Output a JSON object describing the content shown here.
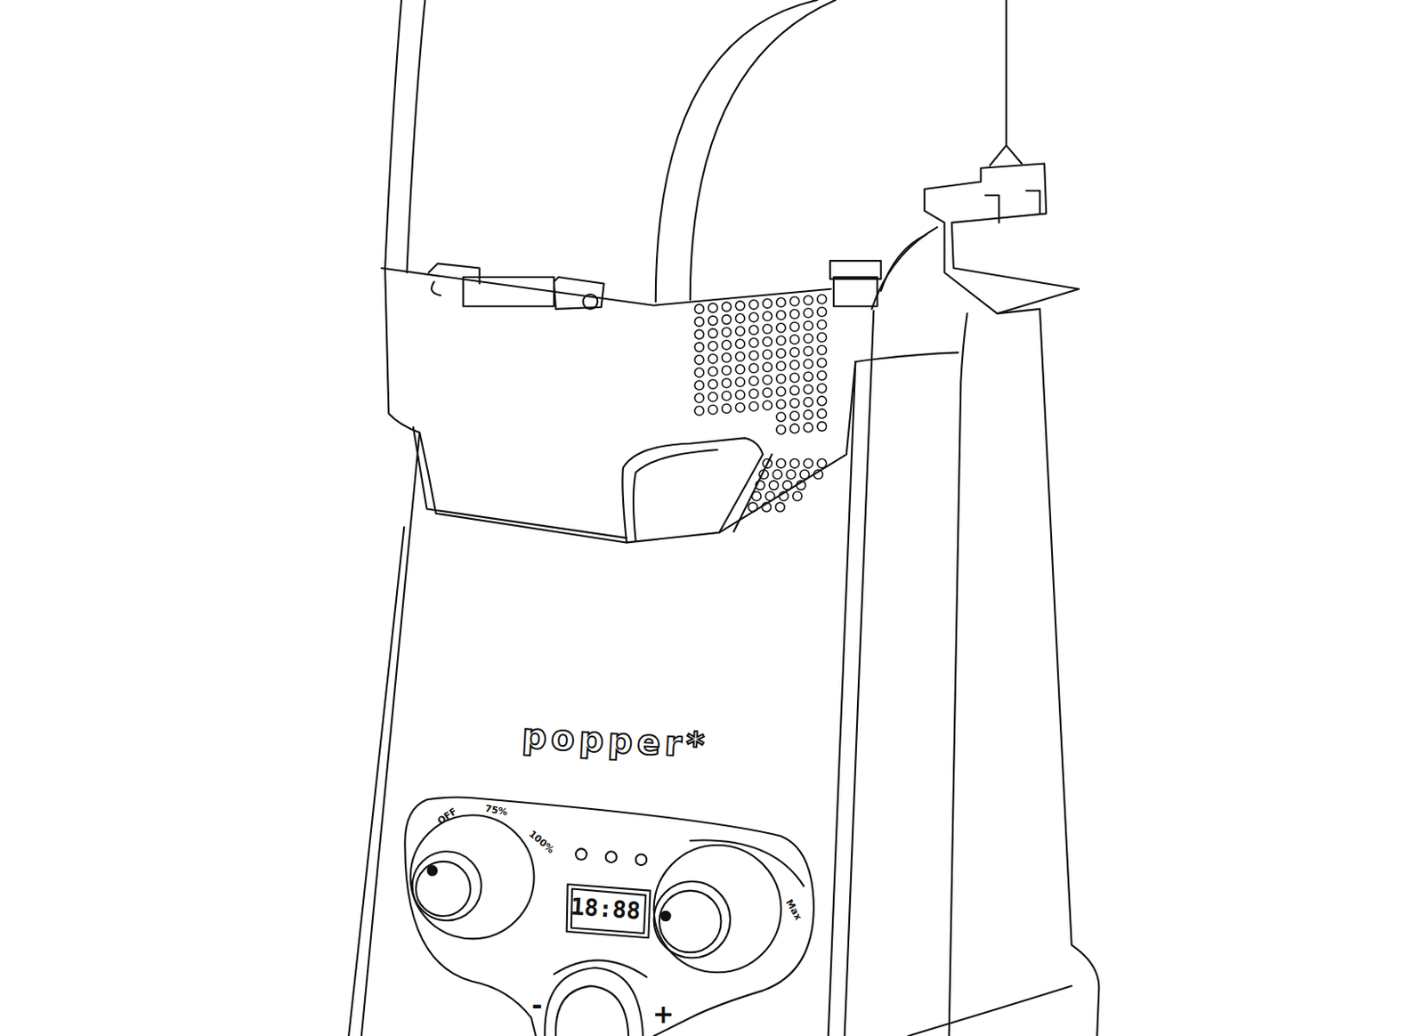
{
  "diagram": {
    "labels": [
      "popper*",
      "OFF",
      "75%",
      "100%",
      "18:88",
      "Max",
      "-",
      "+"
    ]
  }
}
